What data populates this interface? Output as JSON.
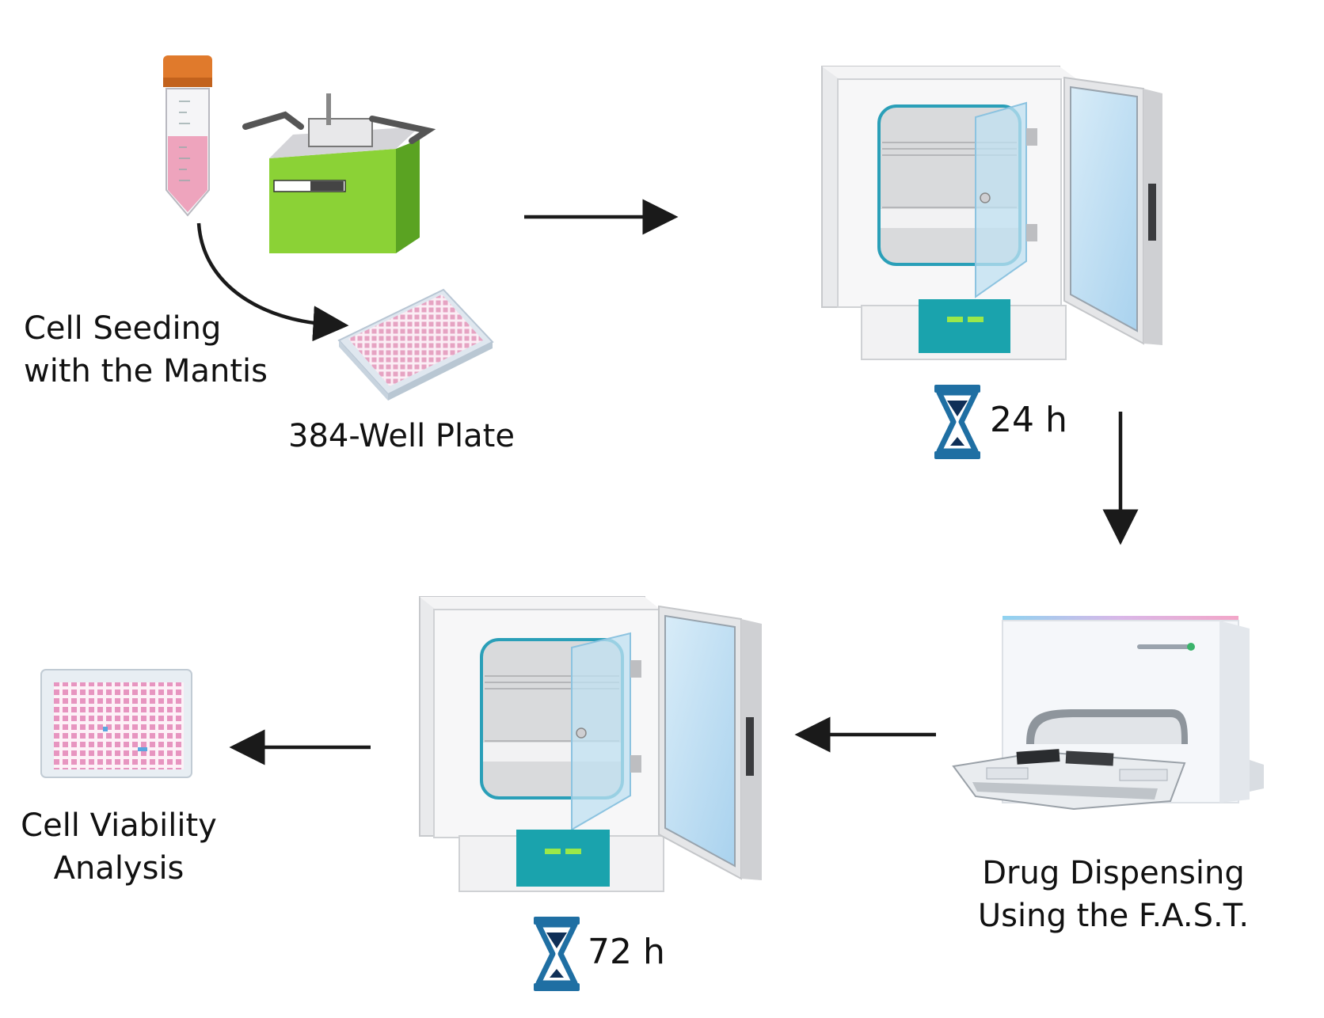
{
  "steps": {
    "seeding": {
      "line1": "Cell Seeding",
      "line2": "with the Mantis",
      "plate_label": "384-Well Plate"
    },
    "incubation1": {
      "duration": "24 h"
    },
    "dispensing": {
      "line1": "Drug Dispensing",
      "line2": "Using the F.A.S.T."
    },
    "incubation2": {
      "duration": "72 h"
    },
    "analysis": {
      "line1": "Cell Viability",
      "line2": "Analysis"
    }
  },
  "colors": {
    "arrow": "#1a1a1a",
    "hourglass": "#1f6fa3",
    "incubator_panel": "#1aa3ad",
    "mantis_green": "#8bd236",
    "plate_pink": "#e6a3c2",
    "tube_cap": "#e07a2c"
  },
  "icons": [
    "conical-tube-icon",
    "mantis-dispenser-icon",
    "well-plate-icon",
    "incubator-icon",
    "hourglass-icon",
    "fast-dispenser-icon"
  ]
}
